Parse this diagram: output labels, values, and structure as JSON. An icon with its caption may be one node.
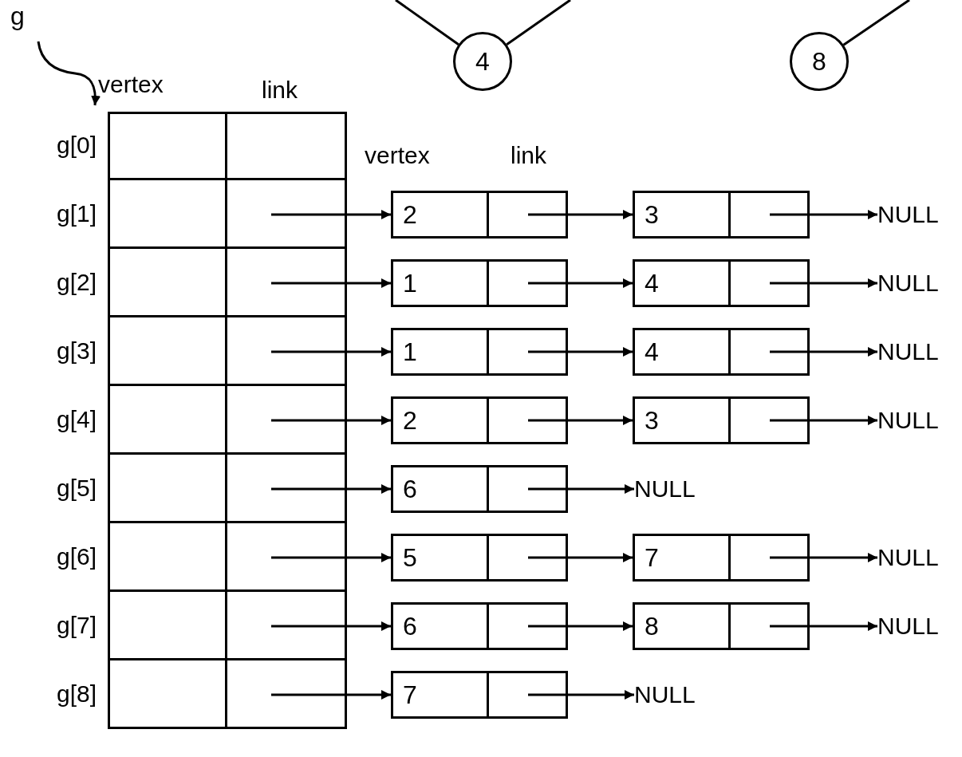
{
  "diagram": {
    "nodes": [
      {
        "text": [
          "4"
        ]
      },
      {
        "text": [
          "8"
        ]
      },
      {
        "text": [
          "g"
        ]
      },
      {
        "text": [
          "vertex",
          "link"
        ]
      },
      {
        "text": [],
        "shape": "box",
        "in": 3,
        "beside": [
          "g[0]"
        ]
      },
      {
        "text": [],
        "shape": "box",
        "in": 3,
        "beside": [
          "g[1]"
        ]
      },
      {
        "text": [],
        "shape": "box",
        "in": 3,
        "beside": [
          "g[2]"
        ]
      },
      {
        "text": [],
        "shape": "box",
        "in": 3,
        "beside": [
          "g[3]"
        ]
      },
      {
        "text": [],
        "shape": "box",
        "in": 3,
        "beside": [
          "g[4]"
        ]
      },
      {
        "text": [],
        "shape": "box",
        "in": 3,
        "beside": [
          "g[5]"
        ]
      },
      {
        "text": [],
        "shape": "box",
        "in": 3,
        "beside": [
          "g[6]"
        ]
      },
      {
        "text": [],
        "shape": "box",
        "in": 3,
        "beside": [
          "g[7]"
        ]
      },
      {
        "text": [],
        "shape": "box",
        "in": 3,
        "beside": [
          "g[8]"
        ]
      },
      {
        "text": [
          "2"
        ]
      },
      {
        "text": [
          "3"
        ]
      },
      {
        "text": [
          "NULL"
        ]
      },
      {
        "text": [
          "1"
        ]
      },
      {
        "text": [
          "4"
        ]
      },
      {
        "text": [
          "NULL"
        ]
      },
      {
        "text": [
          "1"
        ]
      },
      {
        "text": [
          "4"
        ]
      },
      {
        "text": [
          "NULL"
        ]
      },
      {
        "text": [
          "2"
        ]
      },
      {
        "text": [
          "3"
        ]
      },
      {
        "text": [
          "NULL"
        ]
      },
      {
        "text": [
          "6"
        ]
      },
      {
        "text": [
          "NULL"
        ]
      },
      {
        "text": [
          "5"
        ]
      },
      {
        "text": [
          "7"
        ]
      },
      {
        "text": [
          "NULL"
        ]
      },
      {
        "text": [
          "6"
        ]
      },
      {
        "text": [
          "8"
        ]
      },
      {
        "text": [
          "NULL"
        ]
      },
      {
        "text": [
          "7"
        ]
      },
      {
        "text": [
          "NULL"
        ]
      }
    ],
    "edges": [
      {
        "from": null,
        "to": 0,
        "arrow": "none"
      },
      {
        "from": null,
        "to": 0,
        "arrow": "none"
      },
      {
        "from": null,
        "to": 1,
        "arrow": "none"
      },
      {
        "from": 2,
        "to": 3,
        "arrow": "to"
      },
      {
        "from": 5,
        "to": 13,
        "arrow": "to"
      },
      {
        "from": 13,
        "to": 14,
        "arrow": "to"
      },
      {
        "from": 14,
        "to": 15,
        "arrow": "to"
      },
      {
        "from": 6,
        "to": 16,
        "arrow": "to"
      },
      {
        "from": 16,
        "to": 17,
        "arrow": "to"
      },
      {
        "from": 17,
        "to": 18,
        "arrow": "to"
      },
      {
        "from": 7,
        "to": 19,
        "arrow": "to"
      },
      {
        "from": 19,
        "to": 20,
        "arrow": "to"
      },
      {
        "from": 20,
        "to": 21,
        "arrow": "to"
      },
      {
        "from": 8,
        "to": 22,
        "arrow": "to"
      },
      {
        "from": 22,
        "to": 23,
        "arrow": "to"
      },
      {
        "from": 23,
        "to": 24,
        "arrow": "to"
      },
      {
        "from": 9,
        "to": 25,
        "arrow": "to"
      },
      {
        "from": 25,
        "to": 26,
        "arrow": "to"
      },
      {
        "from": 10,
        "to": 27,
        "arrow": "to"
      },
      {
        "from": 27,
        "to": 28,
        "arrow": "to"
      },
      {
        "from": 28,
        "to": 29,
        "arrow": "to"
      },
      {
        "from": 11,
        "to": 30,
        "arrow": "to"
      },
      {
        "from": 30,
        "to": 31,
        "arrow": "to"
      },
      {
        "from": 31,
        "to": 32,
        "arrow": "to"
      },
      {
        "from": 12,
        "to": 33,
        "arrow": "to"
      },
      {
        "from": 33,
        "to": 34,
        "arrow": "to"
      }
    ],
    "labels": [
      "vertex",
      "link"
    ]
  }
}
